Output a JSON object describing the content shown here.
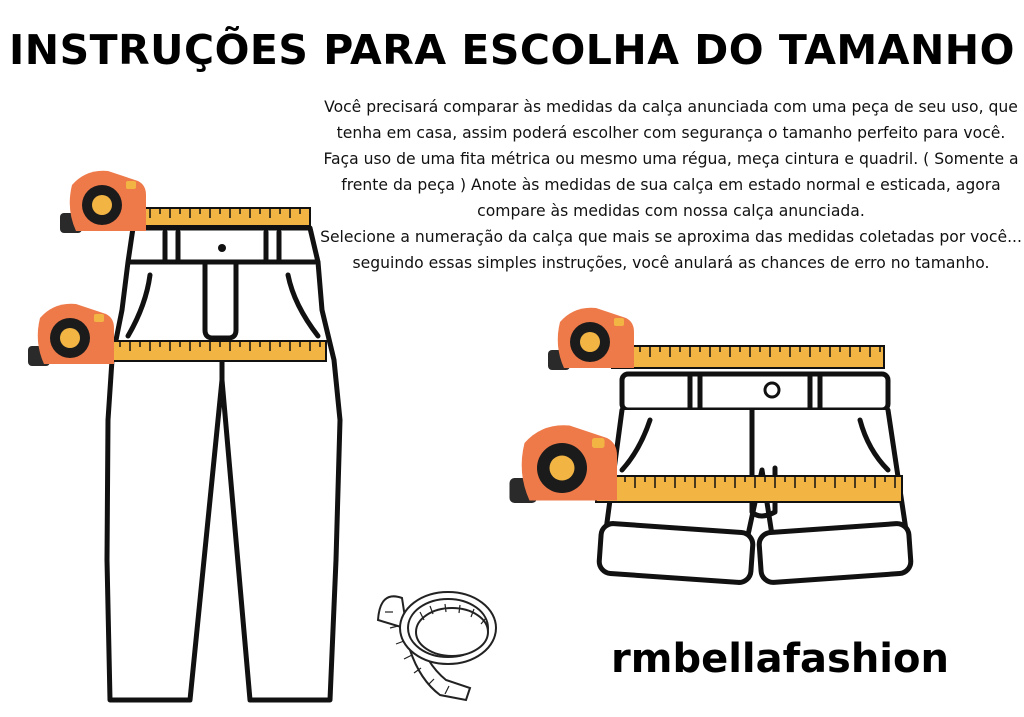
{
  "title": "INSTRUÇÕES PARA ESCOLHA DO TAMANHO",
  "instructions": {
    "paragraph_1": "Você precisará comparar às medidas da calça anunciada com uma peça de seu uso, que tenha em casa, assim poderá escolher com segurança o tamanho perfeito para você.",
    "paragraph_2": "Faça uso de uma fita métrica ou mesmo uma régua, meça cintura e quadril. ( Somente a frente da peça ) Anote às medidas de sua calça em estado normal e esticada, agora compare às medidas com nossa calça anunciada.",
    "paragraph_3": "Selecione a numeração da calça que mais se aproxima das medidas coletadas por você... seguindo essas simples instruções, você anulará as chances de erro no tamanho."
  },
  "brand": "rmbellafashion",
  "icons": {
    "pants": "pants-icon",
    "shorts": "shorts-icon",
    "tape_measure": "tape-measure-icon",
    "tape_roll": "tape-roll-icon"
  },
  "colors": {
    "tape_case": "#ee7a4a",
    "tape_blade": "#f2b544",
    "outline": "#111111"
  }
}
